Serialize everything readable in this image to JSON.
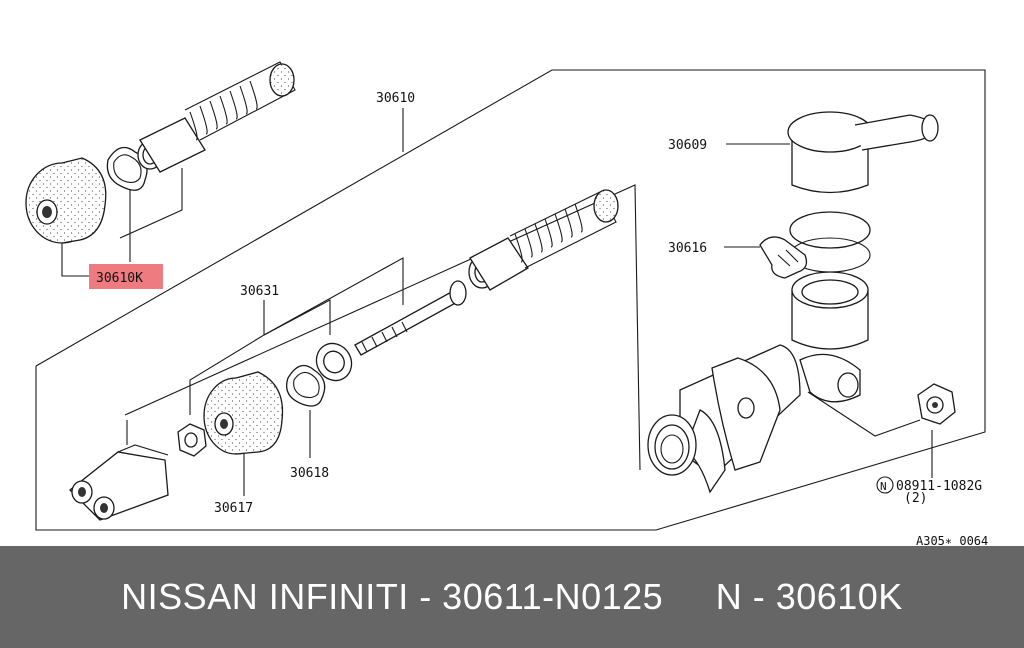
{
  "diagram": {
    "labels": {
      "p30610": "30610",
      "p30610k": "30610K",
      "p30631": "30631",
      "p30609": "30609",
      "p30616": "30616",
      "p30618": "30618",
      "p30617": "30617",
      "bolt_prefix": "N",
      "bolt_number": "08911-1082G",
      "bolt_qty": "(2)",
      "ref_code": "A305∗ 0064"
    },
    "highlight_color": "#ee7b80"
  },
  "banner": {
    "text": "NISSAN INFINITI - 30611-N0125     N - 30610K",
    "background": "#666666",
    "color": "#ffffff"
  }
}
